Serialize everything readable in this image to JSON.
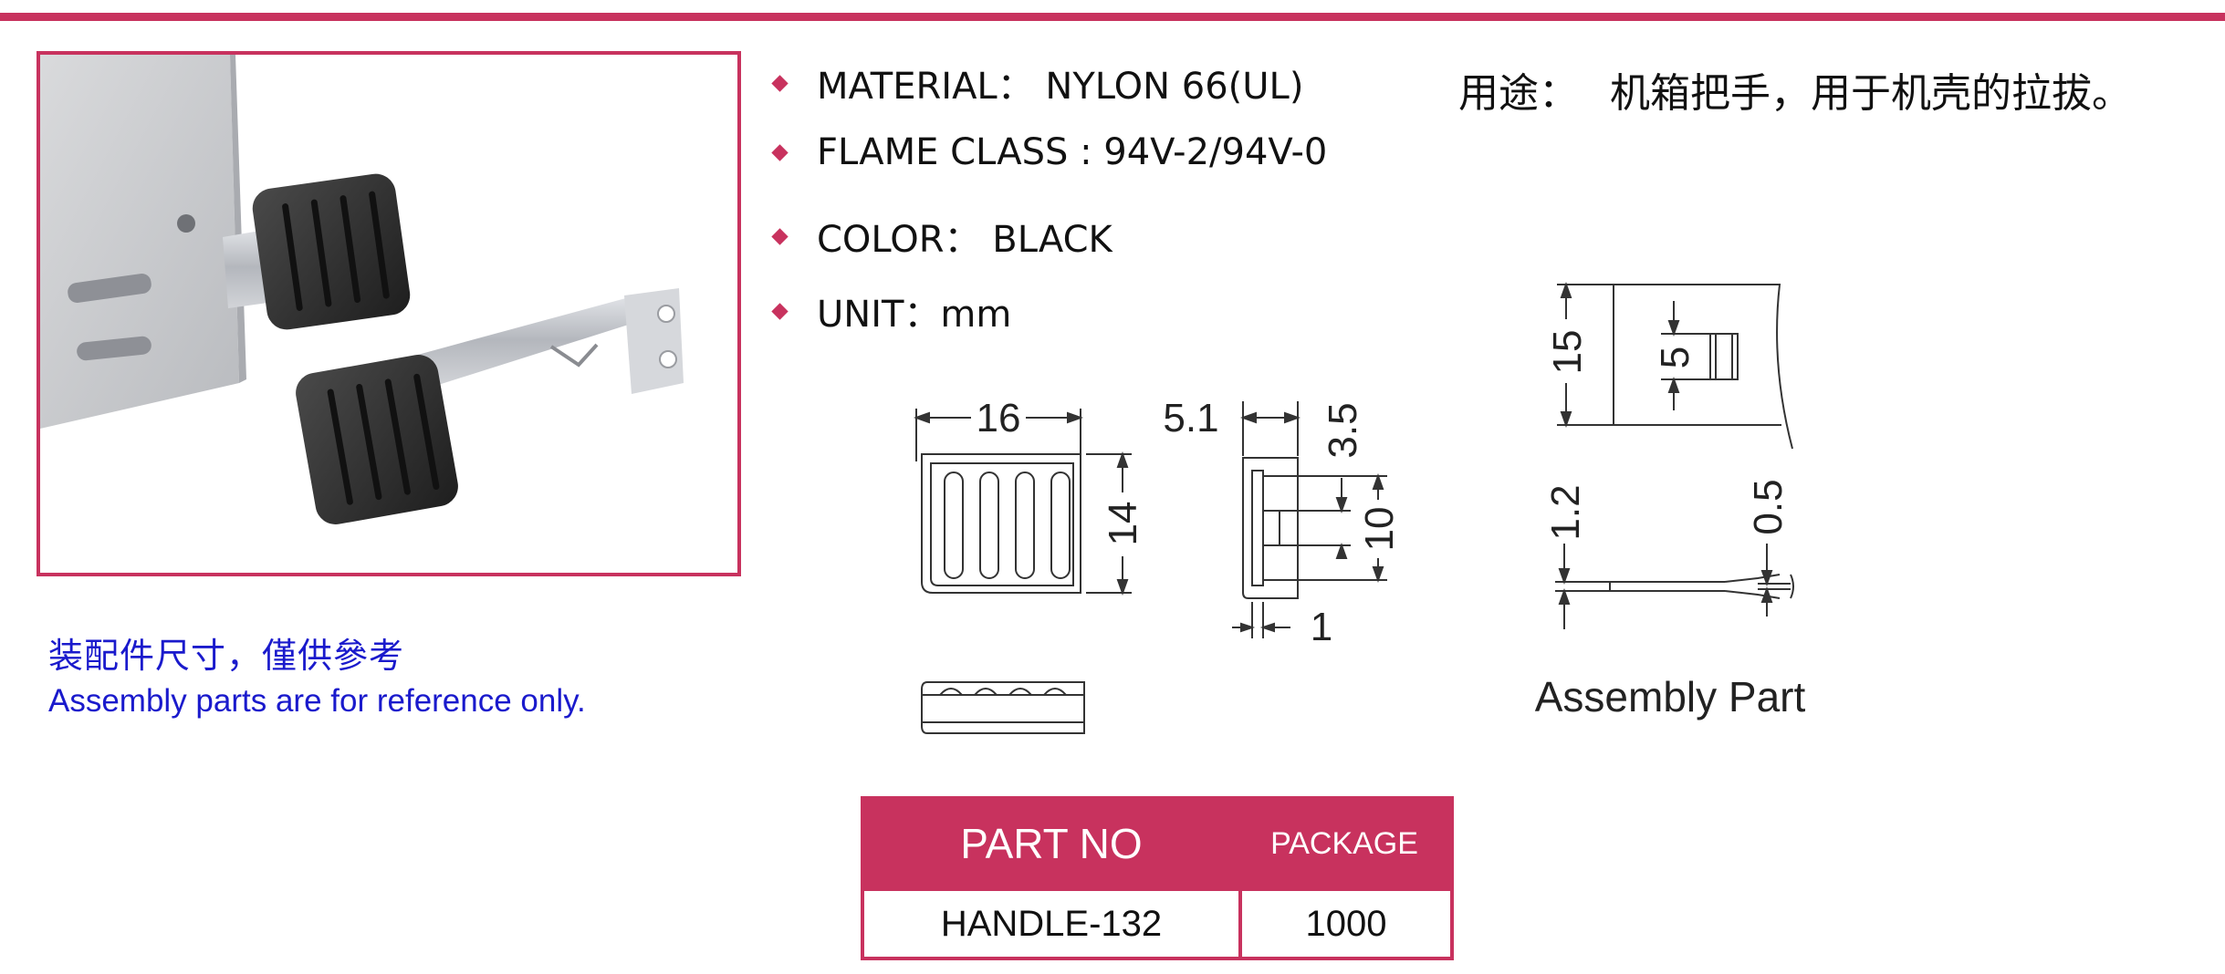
{
  "specs": [
    {
      "text": "MATERIAL： NYLON 66(UL)"
    },
    {
      "text": "FLAME CLASS : 94V-2/94V-0"
    },
    {
      "text": "COLOR： BLACK"
    },
    {
      "text": "UNIT：mm"
    }
  ],
  "usage": {
    "label": "用途：",
    "text": "机箱把手，用于机壳的拉拔。"
  },
  "note": {
    "cn": "装配件尺寸，僅供參考",
    "en": "Assembly parts are for reference only."
  },
  "drawing": {
    "dim_width": "16",
    "dim_height": "14",
    "dim_depth": "5.1",
    "dim_slot_gap": "3.5",
    "dim_slot_len": "10",
    "dim_wall": "1",
    "assembly_h": "15",
    "assembly_slot": "5",
    "assembly_t1": "1.2",
    "assembly_t2": "0.5",
    "assembly_caption": "Assembly Part"
  },
  "table": {
    "headers": [
      "PART NO",
      "PACKAGE"
    ],
    "rows": [
      [
        "HANDLE-132",
        "1000"
      ]
    ]
  },
  "colors": {
    "accent": "#c8325e",
    "note": "#1a1acc"
  }
}
